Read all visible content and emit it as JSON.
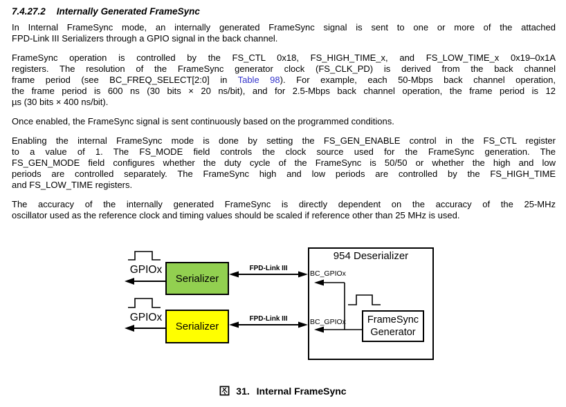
{
  "colors": {
    "link_blue": "#3333CC",
    "serializer_top_fill": "#92D050",
    "serializer_bottom_fill": "#FFFF00",
    "text_black": "#000000"
  },
  "heading": {
    "number": "7.4.27.2",
    "title": "Internally Generated FrameSync"
  },
  "body": {
    "p1": {
      "l1": "In Internal FrameSync mode, an internally generated FrameSync signal is sent to one or more of the attached",
      "l2": "FPD-Link III Serializers through a GPIO signal in the back channel."
    },
    "p2": {
      "l1": "FrameSync operation is controlled by the FS_CTL 0x18, FS_HIGH_TIME_x, and FS_LOW_TIME_x 0x19–0x1A",
      "l2": "registers. The resolution of the FrameSync generator clock (FS_CLK_PD) is derived from the back channel",
      "l3_pre": "frame period (see BC_FREQ_SELECT[2:0] in ",
      "l3_link": "Table 98",
      "l3_post": "). For example, each 50-Mbps back channel operation,",
      "l4": "the frame period is 600 ns (30 bits × 20 ns/bit), and for 2.5-Mbps back channel operation, the frame period is 12",
      "l5": "µs (30 bits × 400 ns/bit)."
    },
    "p3": {
      "l1": "Once enabled, the FrameSync signal is sent continuously based on the programmed conditions."
    },
    "p4": {
      "l1": "Enabling the internal FrameSync mode is done by setting the FS_GEN_ENABLE control in the FS_CTL register",
      "l2": "to a value of 1. The FS_MODE field controls the clock source used for the FrameSync generation. The",
      "l3": "FS_GEN_MODE field configures whether the duty cycle of the FrameSync is 50/50 or whether the high and low",
      "l4": "periods are controlled separately. The FrameSync high and low periods are controlled by the FS_HIGH_TIME",
      "l5": "and FS_LOW_TIME registers."
    },
    "p5": {
      "l1": "The accuracy of the internally generated FrameSync is directly dependent on the accuracy of the 25-MHz",
      "l2": "oscillator used as the reference clock and timing values should be scaled if reference other than 25 MHz is used."
    }
  },
  "diagram": {
    "deserializer_title": "954 Deserializer",
    "serializer_top_label": "Serializer",
    "serializer_bottom_label": "Serializer",
    "gpio_top_label": "GPIOx",
    "gpio_bottom_label": "GPIOx",
    "fpdlink_top_label": "FPD-Link III",
    "fpdlink_bottom_label": "FPD-Link III",
    "bc_gpio_top_label": "BC_GPIOx",
    "bc_gpio_bottom_label": "BC_GPIOx",
    "framesync_generator_line1": "FrameSync",
    "framesync_generator_line2": "Generator"
  },
  "caption": {
    "figure_glyph": "图",
    "number": "31.",
    "title": "Internal FrameSync"
  }
}
